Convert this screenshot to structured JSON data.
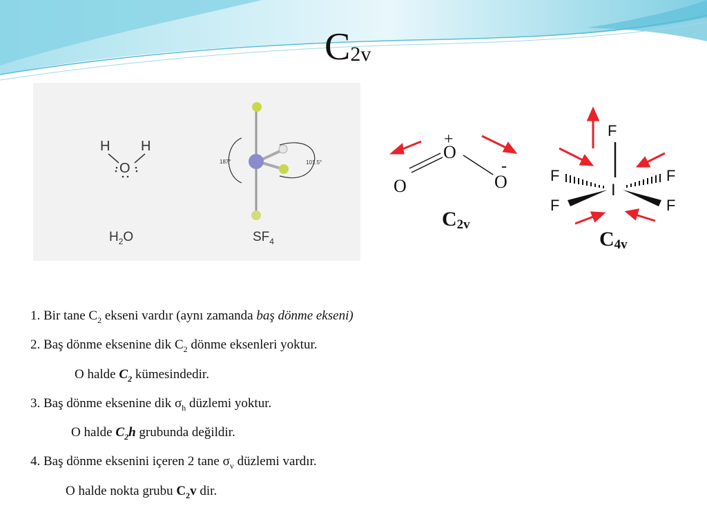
{
  "title": {
    "main": "C",
    "sub": "2v"
  },
  "figure": {
    "h2o_atom_h1": "H",
    "h2o_atom_h2": "H",
    "h2o_atom_o": "O",
    "h2o_label_main": "H",
    "h2o_label_sub": "2",
    "h2o_label_end": "O",
    "sf4_label_main": "SF",
    "sf4_label_sub": "4",
    "sf4_angle_left": "187°",
    "sf4_angle_right": "101.5°"
  },
  "ozone": {
    "atom_left": "O",
    "atom_center": "O",
    "atom_right": "O",
    "charge_plus": "+",
    "charge_minus": "-",
    "group_main": "C",
    "group_sub": "2v"
  },
  "if5": {
    "atom_top": "F",
    "atom_center": "I",
    "atom_left_up": "F",
    "atom_right_up": "F",
    "atom_left_down": "F",
    "atom_right_down": "F",
    "group_main": "C",
    "group_sub": "4v"
  },
  "colors": {
    "arrow": "#e8232a",
    "banner_light": "#d8f2f8",
    "banner_mid": "#86d3e6"
  },
  "points": [
    {
      "pre": "1. Bir tane C",
      "sub": "2",
      "mid": " ekseni vardır (aynı zamanda ",
      "em": "baş dönme ekseni)"
    },
    {
      "pre": "2. Baş dönme eksenine dik  C",
      "sub": "2",
      "post": " dönme eksenleri yoktur."
    },
    {
      "pre": "O halde ",
      "b": "C",
      "bsub": "2",
      "post": " kümesindedir."
    },
    {
      "pre": "3. Baş dönme eksenine dik σ",
      "sub": "h",
      "post": " düzlemi yoktur."
    },
    {
      "pre": "O halde ",
      "b": "C",
      "bsub": "2",
      "b2": "h",
      "post": " grubunda değildir."
    },
    {
      "pre": "4. Baş dönme eksenini içeren 2 tane σ",
      "sub": "v",
      "post": "  düzlemi vardır."
    },
    {
      "pre": "O halde nokta grubu ",
      "b": "C",
      "bsub": "2",
      "b2": "v",
      "post": " dir."
    }
  ]
}
